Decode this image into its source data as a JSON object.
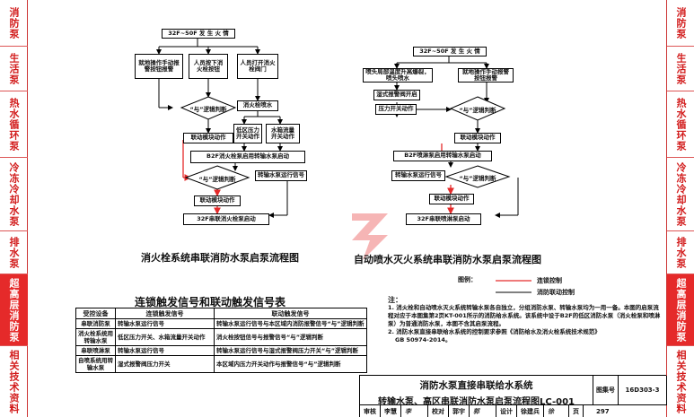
{
  "tabs_left": [
    {
      "label": "消防泵"
    },
    {
      "label": "生活泵"
    },
    {
      "label": "热水循环泵"
    },
    {
      "label": "冷冻冷却水泵"
    },
    {
      "label": "排水泵"
    },
    {
      "label": "超高层消防泵"
    },
    {
      "label": "相关技术资料"
    }
  ],
  "tabs_right": [
    {
      "label": "消防泵"
    },
    {
      "label": "生活泵"
    },
    {
      "label": "热水循环泵"
    },
    {
      "label": "冷冻冷却水泵"
    },
    {
      "label": "排水泵"
    },
    {
      "label": "超高层消防泵"
    },
    {
      "label": "相关技术资料"
    }
  ],
  "active_tab": "超高层消防泵",
  "colors": {
    "tab_text": "#d21c1c",
    "tab_active_bg": "#e52a2a",
    "control_line": "#e52a2a"
  },
  "flow1": {
    "top": "32F~50F 发 生 火 情",
    "a": "就地操作手动报警按钮报警",
    "b": "人员按下消火栓按钮",
    "c": "人员打开消火栓阀门",
    "and1": "“与”逻辑判断",
    "d": "消火栓喷水",
    "e": "联动模块动作",
    "f": "低区压力开关动作",
    "g": "水箱流量开关动作",
    "h": "B2F消火栓泵启用转输水泵启动",
    "and2": "“与”逻辑判断",
    "i": "转输水泵运行信号",
    "j": "联动模块动作",
    "k": "32F串联消火栓泵启动",
    "title": "消火栓系统串联消防水泵启泵流程图"
  },
  "flow2": {
    "top": "32F~50F 发 生 火 情",
    "a": "喷头局部温度升高爆裂，喷头喷水",
    "b": "就地操作手动报警按钮报警",
    "c": "湿式报警阀开启",
    "and1": "“与”逻辑判断",
    "d": "压力开关动作",
    "e": "联动模块动作",
    "f": "B2F喷淋泵启用转输水泵启动",
    "and2": "“与”逻辑判断",
    "g": "转输水泵运行信号",
    "h": "联动模块动作",
    "i": "32F串联喷淋泵启动",
    "title": "自动喷水灭火系统串联消防水泵启泵流程图"
  },
  "legend": {
    "title": "图例：",
    "l1": "连锁控制",
    "l2": "消防联动控制"
  },
  "table": {
    "title": "连锁触发信号和联动触发信号表",
    "headers": [
      "受控设备",
      "连锁触发信号",
      "联动触发信号"
    ],
    "rows": [
      [
        "串联消防泵",
        "转输水泵运行信号",
        "转输水泵运行信号与本区域内消防报警信号“与”逻辑判断"
      ],
      [
        "消火栓系统用转输水泵",
        "低区压力开关、水箱流量开关动作",
        "消火栓按钮信号与报警信号“与”逻辑判断"
      ],
      [
        "串联喷淋泵",
        "转输水泵运行信号",
        "转输水泵运行信号与湿式报警阀压力开关“与”逻辑判断"
      ],
      [
        "自喷系统用转输水泵",
        "湿式报警阀压力开关",
        "本区域内压力开关动作与报警信号“与”逻辑判断"
      ]
    ]
  },
  "notes": {
    "title": "注：",
    "n1": "1. 消火栓和自动喷水灭火系统转输水泵各自独立，分组消防水泵、转输水泵均为一用一备。本图的启泵流程对应于本图集第2页KT-001所示的消防给水系统。该系统中设于B2F的低区消防水泵（消火栓泵和喷淋泵）为普通消防水泵，本图不含其启泵流程。",
    "n2": "2. 消防水泵直接串联给水系统的控制要求参照《消防给水及消火栓系统技术规范》",
    "n3": "GB 50974-2014。"
  },
  "title_block": {
    "line1": "消防水泵直接串联给水系统",
    "line2": "转输水泵、高区串联消防水泵启泵流程图LC-001",
    "atlas_label": "图集号",
    "atlas_no": "16D303-3",
    "review": "审核",
    "reviewer": "李慧",
    "check": "校对",
    "checker": "郭宇",
    "design": "设计",
    "designer": "徐建兵",
    "page_label": "页",
    "page_no": "297"
  }
}
